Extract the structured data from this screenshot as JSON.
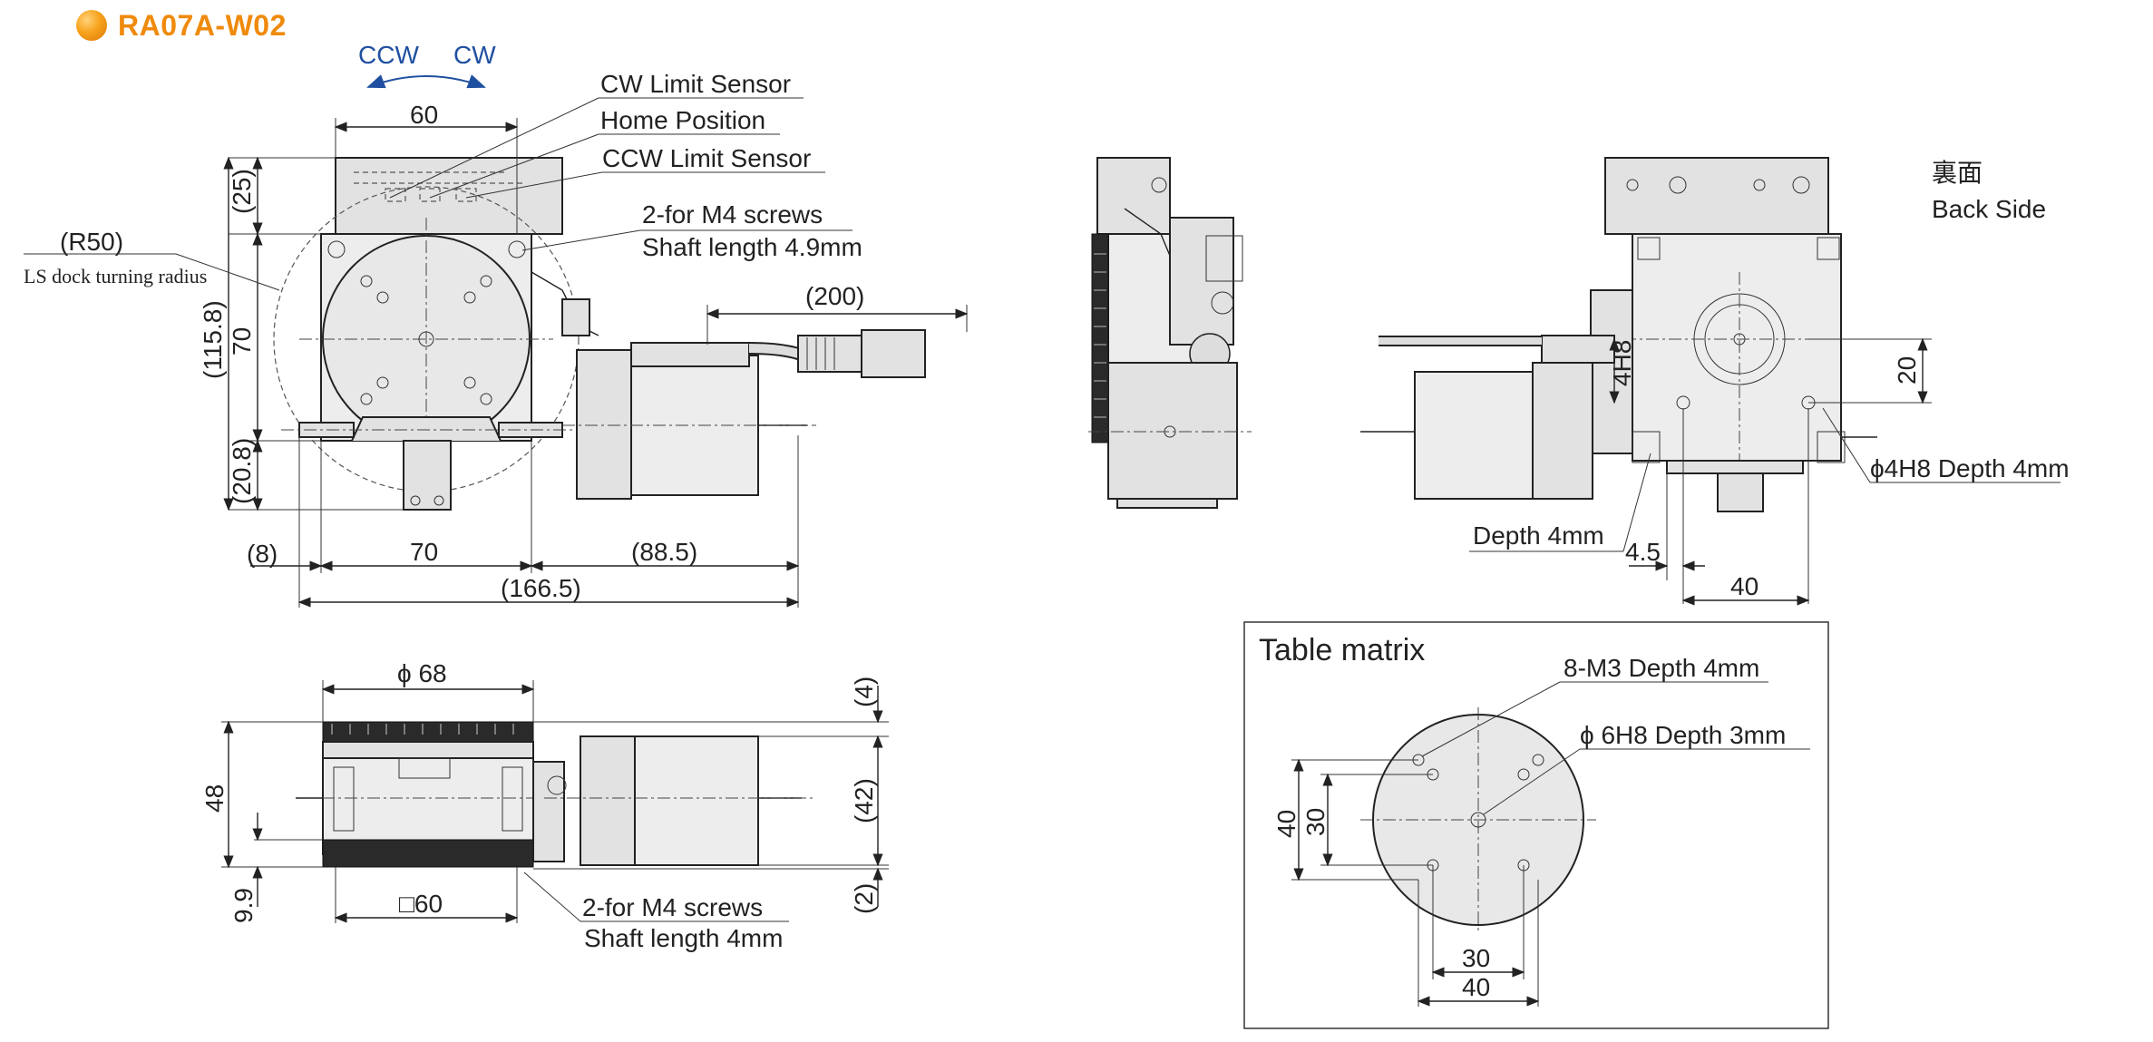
{
  "title": "RA07A-W02",
  "top_view": {
    "rotation": {
      "ccw": "CCW",
      "cw": "CW"
    },
    "labels": {
      "cw_limit": "CW Limit Sensor",
      "home": "Home Position",
      "ccw_limit": "CCW Limit Sensor",
      "screws_line1": "2-for M4 screws",
      "screws_line2": "Shaft length 4.9mm",
      "r50": "(R50)",
      "ls_dock": "LS dock turning radius"
    },
    "dims": {
      "w60": "60",
      "h25": "(25)",
      "h115_8": "(115.8)",
      "h70": "70",
      "h20_8": "(20.8)",
      "cable200": "(200)",
      "b8": "(8)",
      "b70": "70",
      "b88_5": "(88.5)",
      "b166_5": "(166.5)"
    }
  },
  "back_view": {
    "labels": {
      "jp": "裏面",
      "en": "Back Side",
      "depth": "Depth 4mm",
      "hole": "ϕ4H8 Depth 4mm"
    },
    "dims": {
      "h4h8": "4H8",
      "d20": "20",
      "d4_5": "4.5",
      "d40": "40"
    }
  },
  "front_view": {
    "labels": {
      "screws_line1": "2-for M4 screws",
      "screws_line2": "Shaft length 4mm"
    },
    "dims": {
      "phi68": "ϕ 68",
      "h48": "48",
      "h9_9": "9.9",
      "sq60": "□60",
      "r4": "(4)",
      "r42": "(42)",
      "r2": "(2)"
    }
  },
  "table_matrix": {
    "title": "Table matrix",
    "labels": {
      "m3": "8-M3 Depth 4mm",
      "phi6": "ϕ 6H8 Depth 3mm"
    },
    "dims": {
      "v40": "40",
      "v30": "30",
      "h30": "30",
      "h40": "40"
    }
  }
}
